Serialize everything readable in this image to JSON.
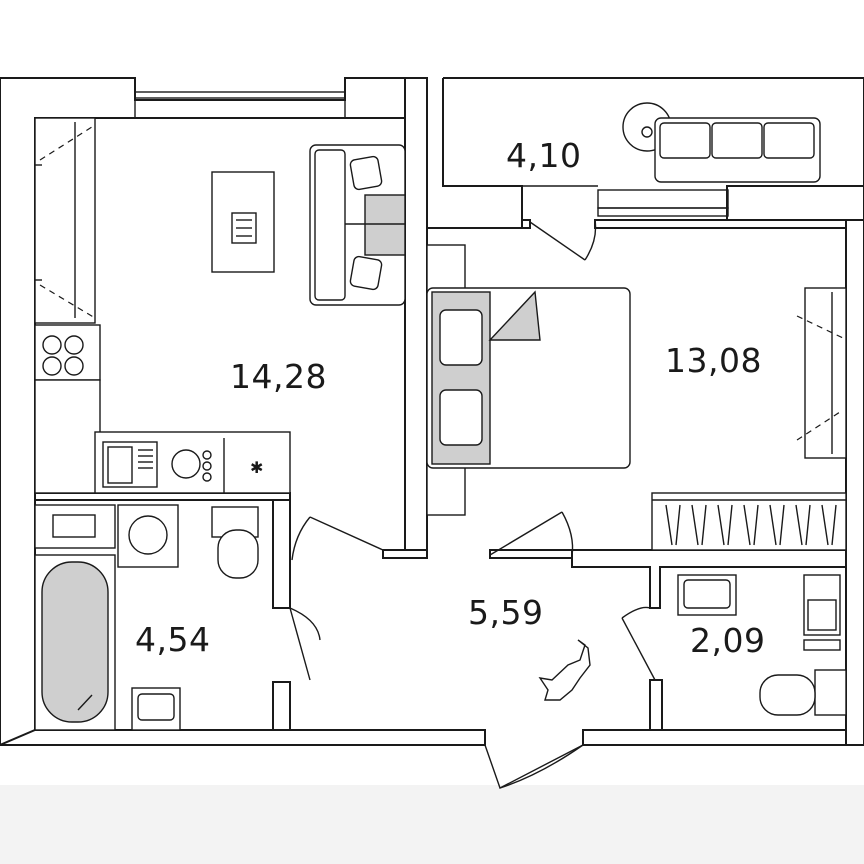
{
  "plan": {
    "colors": {
      "line": "#1a1a1a",
      "fill": "#ffffff",
      "furniture": "#cfcfcf"
    },
    "rooms": [
      {
        "id": "kitchen-living",
        "area": "14,28"
      },
      {
        "id": "balcony",
        "area": "4,10"
      },
      {
        "id": "bedroom",
        "area": "13,08"
      },
      {
        "id": "bathroom",
        "area": "4,54"
      },
      {
        "id": "hallway",
        "area": "5,59"
      },
      {
        "id": "wc",
        "area": "2,09"
      }
    ]
  }
}
